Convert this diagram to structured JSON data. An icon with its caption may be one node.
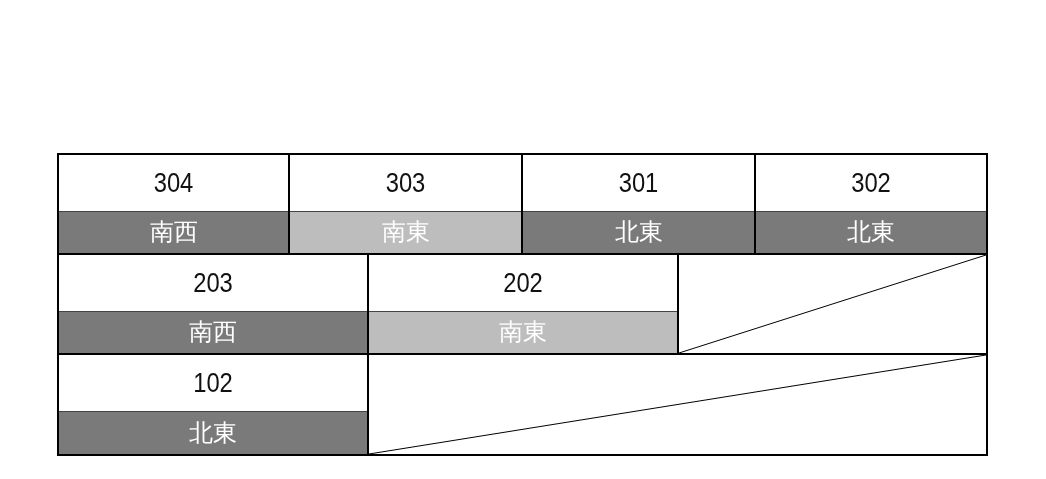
{
  "diagram": {
    "nodes": [
      {
        "text": [
          "304",
          "南西"
        ]
      },
      {
        "text": [
          "303",
          "南東"
        ]
      },
      {
        "text": [
          "301",
          "北東"
        ]
      },
      {
        "text": [
          "302",
          "北東"
        ]
      },
      {
        "text": [
          "203",
          "南西"
        ]
      },
      {
        "text": [
          "202",
          "南東"
        ]
      },
      {
        "text": [],
        "shape": "box"
      },
      {
        "text": [
          "102",
          "北東"
        ]
      },
      {
        "text": [],
        "shape": "box"
      }
    ]
  }
}
